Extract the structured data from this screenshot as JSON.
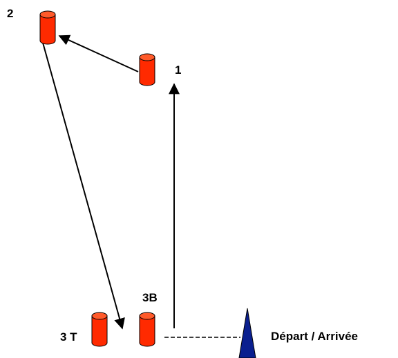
{
  "labels": {
    "buoy_2": "2",
    "buoy_1": "1",
    "buoy_3b": "3B",
    "buoy_3t": "3 T",
    "start_finish": "Départ / Arrivée"
  },
  "colors": {
    "buoy_fill": "#ff2a00",
    "buoy_top": "#ff5a2a",
    "buoy_outline": "#000000",
    "arrow": "#000000",
    "committee_boat": "#0a1f8f"
  },
  "icons": {
    "buoy": "cylinder-buoy-icon",
    "committee_boat": "triangle-flag-icon"
  }
}
